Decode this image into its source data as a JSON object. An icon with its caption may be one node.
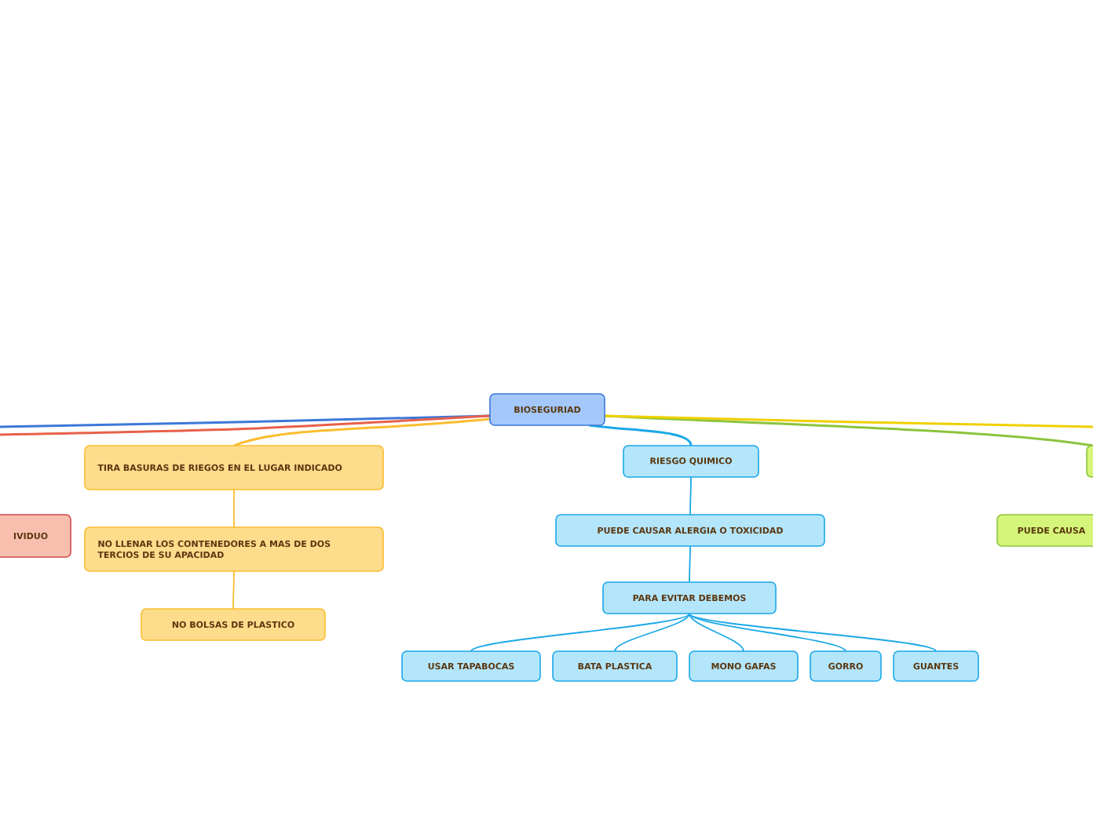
{
  "diagram": {
    "nodes": [
      {
        "text": [
          "BIOSEGURIAD"
        ]
      },
      {
        "text": [
          "TIRA BASURAS DE RIEGOS EN EL LUGAR INDICADO"
        ]
      },
      {
        "text": [
          "IVIDUO"
        ]
      },
      {
        "text": [
          "NO LLENAR LOS CONTENEDORES A MAS DE DOS TERCIOS DE SU APACIDAD"
        ]
      },
      {
        "text": [
          "NO BOLSAS DE PLASTICO"
        ]
      },
      {
        "text": [
          "RIESGO QUIMICO"
        ]
      },
      {
        "text": [],
        "shape": "box"
      },
      {
        "text": [
          "PUEDE CAUSAR ALERGIA O TOXICIDAD"
        ]
      },
      {
        "text": [
          "PUEDE CAUSA"
        ]
      },
      {
        "text": [
          "PARA EVITAR DEBEMOS"
        ]
      },
      {
        "text": [
          "USAR TAPABOCAS"
        ]
      },
      {
        "text": [
          "BATA PLASTICA"
        ]
      },
      {
        "text": [
          "MONO GAFAS"
        ]
      },
      {
        "text": [
          "GORRO"
        ]
      },
      {
        "text": [
          "GUANTES"
        ]
      }
    ],
    "edges": [
      {
        "from": 0,
        "to": 1,
        "arrow": "none",
        "color": "#fbbd2e"
      },
      {
        "from": 0,
        "to": 5,
        "arrow": "none"
      },
      {
        "from": 0,
        "to": 6,
        "arrow": "none",
        "color": "#8cc43c"
      },
      {
        "from": 0,
        "to": null,
        "arrow": "none",
        "color": "#3c78d8"
      },
      {
        "from": 0,
        "to": null,
        "arrow": "none",
        "color": "#e8604a"
      },
      {
        "from": 0,
        "to": null,
        "arrow": "none",
        "color": "#f0d000"
      },
      {
        "from": 1,
        "to": 3,
        "arrow": "none",
        "color": "#fbbd2e"
      },
      {
        "from": 3,
        "to": 4,
        "arrow": "none",
        "color": "#fbbd2e"
      },
      {
        "from": 5,
        "to": 7,
        "arrow": "none"
      },
      {
        "from": 7,
        "to": 9,
        "arrow": "none"
      },
      {
        "from": 9,
        "to": 10,
        "arrow": "none"
      },
      {
        "from": 9,
        "to": 11,
        "arrow": "none"
      },
      {
        "from": 9,
        "to": 12,
        "arrow": "none"
      },
      {
        "from": 9,
        "to": 13,
        "arrow": "none"
      },
      {
        "from": 9,
        "to": 14,
        "arrow": "none"
      }
    ]
  }
}
